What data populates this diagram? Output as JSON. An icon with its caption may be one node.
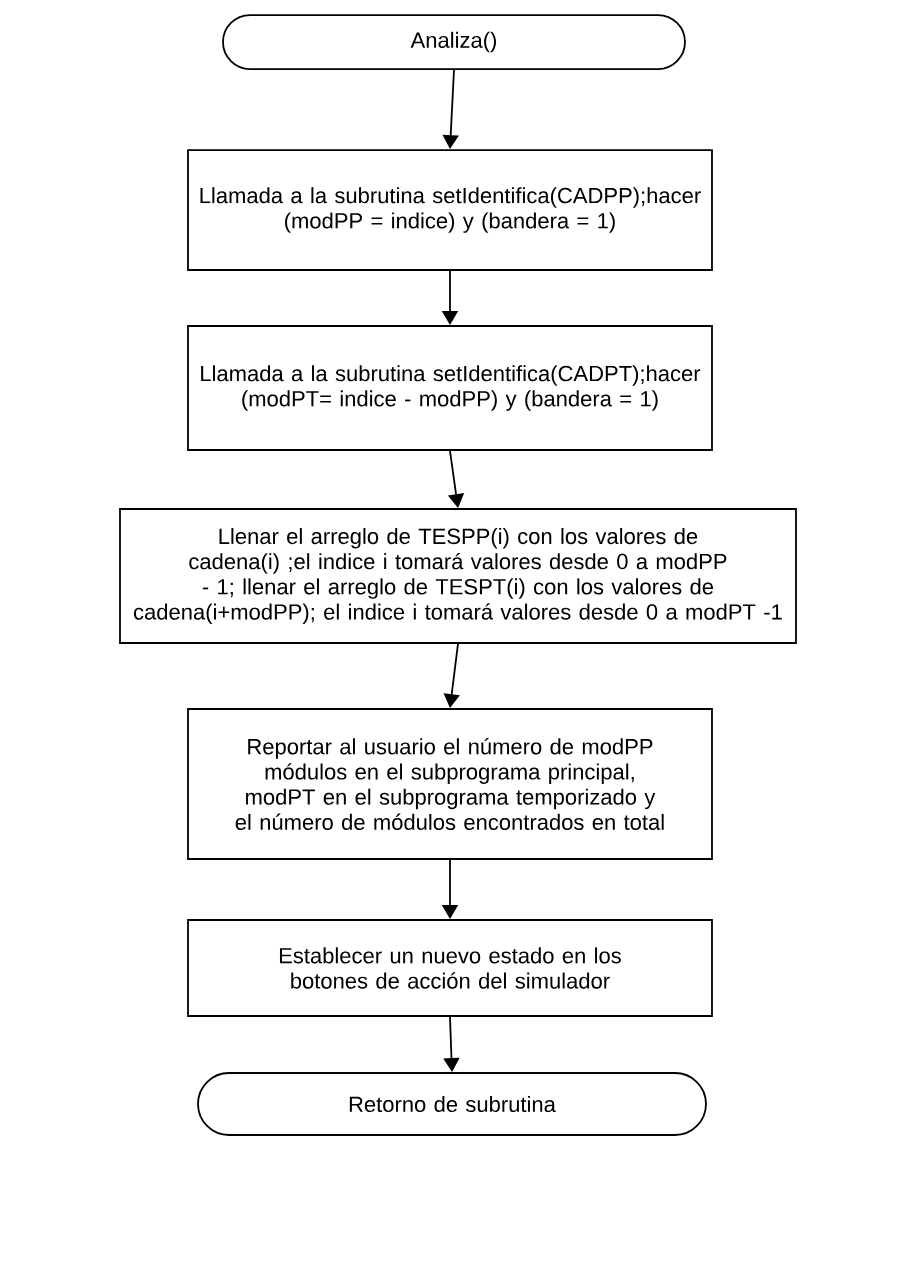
{
  "diagram": {
    "nodes": [
      {
        "text": [
          "Analiza()"
        ]
      },
      {
        "text": [
          "Llamada a la subrutina setIdentifica(CADPP);hacer (modPP = indice) y (bandera = 1)"
        ]
      },
      {
        "text": [
          "Llamada a la subrutina setIdentifica(CADPT);hacer (modPT= indice - modPP) y (bandera = 1)"
        ]
      },
      {
        "text": [
          "Llenar el arreglo de TESPP(i) con los valores de cadena(i) ;el indice i tomará valores desde 0 a modPP - 1; llenar el arreglo de TESPT(i) con los valores de cadena(i+modPP); el indice i tomará valores desde 0 a modPT -1"
        ]
      },
      {
        "text": [
          "Reportar al usuario el número de modPP módulos en el subprograma principal, modPT en el subprograma temporizado y el número de módulos encontrados en total"
        ]
      },
      {
        "text": [
          "Establecer un nuevo estado en los botones de acción del simulador"
        ]
      },
      {
        "text": [
          "Retorno de subrutina"
        ]
      }
    ],
    "edges": [
      {
        "from": 0,
        "to": 1,
        "arrow": "to"
      },
      {
        "from": 1,
        "to": 2,
        "arrow": "to"
      },
      {
        "from": 2,
        "to": 3,
        "arrow": "to"
      },
      {
        "from": 3,
        "to": 4,
        "arrow": "to"
      },
      {
        "from": 4,
        "to": 5,
        "arrow": "to"
      },
      {
        "from": 5,
        "to": 6,
        "arrow": "to"
      }
    ]
  }
}
